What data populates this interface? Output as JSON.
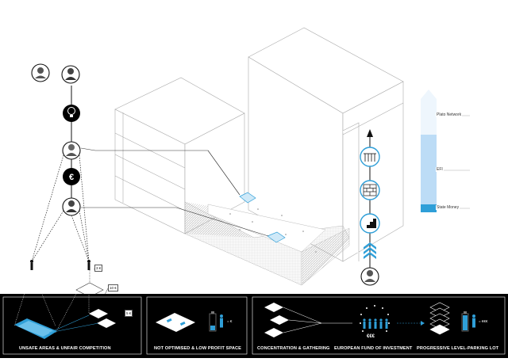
{
  "funding_scale": {
    "labels": [
      "Plato Network",
      "EFI",
      "State Money"
    ]
  },
  "price_tags": [
    "3 €",
    "10 €",
    "5 €"
  ],
  "panels": [
    {
      "caption": "UNSAFE AREAS & UNFAIR COMPETITION"
    },
    {
      "caption": "NOT OPTIMISED & LOW PROFIT SPACE",
      "value": "= €"
    },
    {
      "caption": "CONCENTRATION & GATHERING"
    },
    {
      "caption": "EUROPEAN FUND OF INVESTMENT",
      "badge": "€€€"
    },
    {
      "caption": "PROGRESSIVE LEVEL-PARKING LOT",
      "value": "= €€€"
    }
  ],
  "icons": [
    "person-icon",
    "portrait-icon",
    "lightbulb-icon",
    "euro-icon",
    "railing-icon",
    "brick-wall-icon",
    "stairs-icon",
    "chevron-up-icon",
    "car-icon",
    "parking-level-icon",
    "battery-icon"
  ],
  "colors": {
    "accent": "#2f9fd8",
    "dark": "#000000",
    "light_blue": "#cde6f8"
  }
}
